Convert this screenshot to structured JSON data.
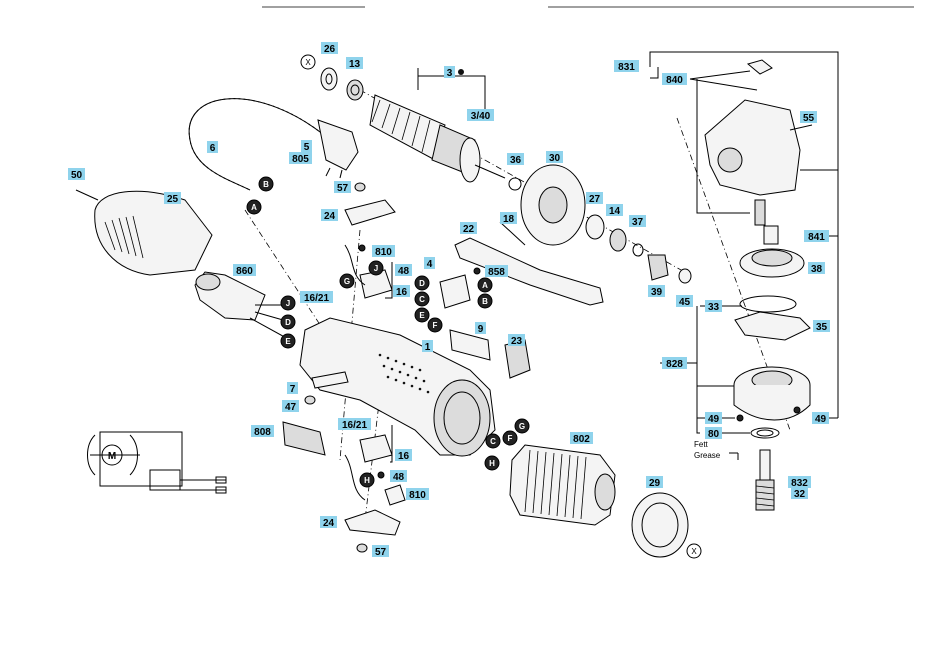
{
  "diagram": {
    "labels": [
      "26",
      "13",
      "3",
      "3/40",
      "6",
      "5",
      "805",
      "50",
      "25",
      "57",
      "24",
      "810",
      "48",
      "860",
      "16/21",
      "16",
      "4",
      "858",
      "22",
      "18",
      "30",
      "36",
      "27",
      "14",
      "37",
      "39",
      "45",
      "9",
      "23",
      "1",
      "7",
      "47",
      "808",
      "802",
      "29",
      "831",
      "840",
      "55",
      "841",
      "38",
      "33",
      "35",
      "828",
      "49",
      "80",
      "832",
      "32"
    ],
    "markers": [
      "X",
      "B",
      "A",
      "G",
      "J",
      "D",
      "C",
      "E",
      "F"
    ],
    "grease_note": [
      "Fett",
      "Grease"
    ],
    "motor_symbol": "M"
  }
}
